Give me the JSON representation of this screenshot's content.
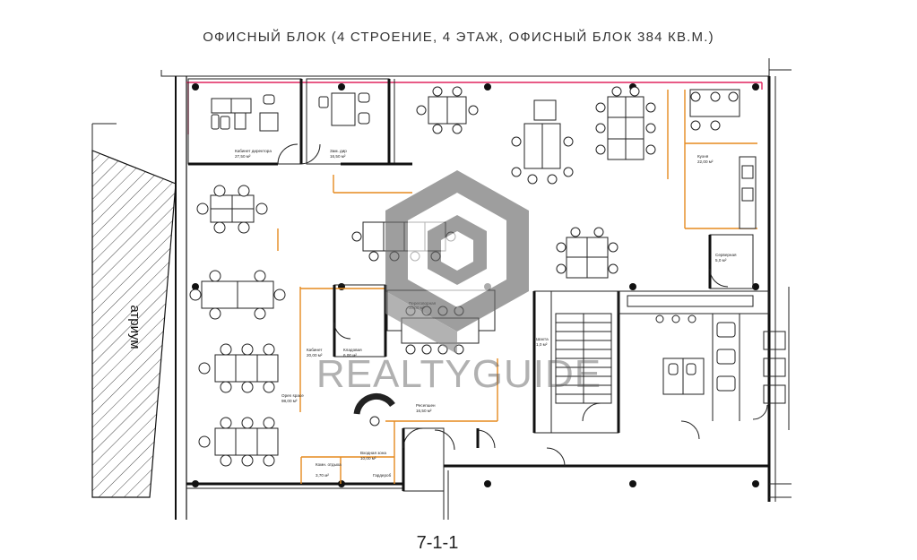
{
  "title": "ОФИСНЫЙ БЛОК (4 СТРОЕНИЕ, 4 ЭТАЖ, ОФИСНЫЙ БЛОК 384 КВ.М.)",
  "atrium_label": "атриум",
  "plan_number": "7-1-1",
  "watermark": "REALTYGUIDE",
  "rooms": {
    "director": "Кабинет директора",
    "director_area": "27,50 м²",
    "deputy": "Зам. дир",
    "deputy_area": "16,50 м²",
    "kitchen": "Кухня",
    "kitchen_area": "22,00 м²",
    "server": "Серверная",
    "server_area": "5,0 м²",
    "meeting": "Переговорная",
    "meeting_area": "30,00 м²",
    "cabinet": "Кабинет",
    "cabinet_area": "20,00 м²",
    "storage": "Кладовая",
    "storage_area": "6,00 м²",
    "openspace": "Open space",
    "openspace_area": "98,00 м²",
    "reception": "Ресепшен",
    "reception_area": "16,50 м²",
    "entry": "Входная зона",
    "entry_area": "10,00 м²",
    "wardrobe": "Гардероб",
    "mother_room": "Комн. отдыха",
    "mother_area": "3,70 м²",
    "shaft": "Шахта",
    "shaft_area": "1,0 м²"
  }
}
